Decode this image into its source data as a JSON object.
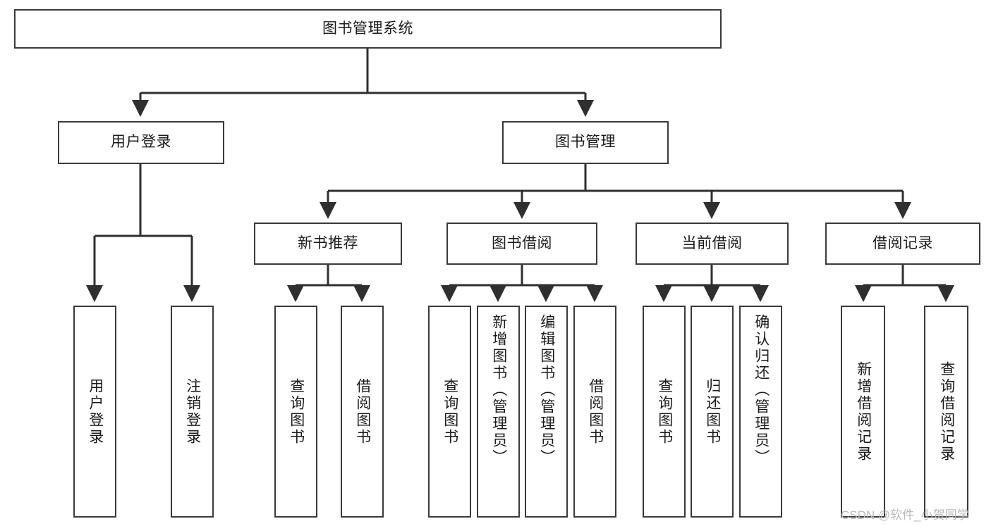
{
  "diagram": {
    "type": "tree-hierarchy",
    "title": "图书管理系统",
    "watermark": "CSDN @软件_小贺同学",
    "colors": {
      "background": "#ffffff",
      "box_fill": "#ffffff",
      "box_stroke": "#3a3a3a",
      "edge_stroke": "#2f2f2f",
      "text": "#1b1b1b",
      "watermark": "#b9b9b9"
    },
    "levels": {
      "level1": [
        {
          "id": "root",
          "label": "图书管理系统"
        }
      ],
      "level2": [
        {
          "id": "user-login",
          "label": "用户登录",
          "parent": "root"
        },
        {
          "id": "book-manage",
          "label": "图书管理",
          "parent": "root"
        }
      ],
      "level3": [
        {
          "id": "new-book-rec",
          "label": "新书推荐",
          "parent": "book-manage"
        },
        {
          "id": "book-borrow",
          "label": "图书借阅",
          "parent": "book-manage"
        },
        {
          "id": "current-borrow",
          "label": "当前借阅",
          "parent": "book-manage"
        },
        {
          "id": "borrow-record",
          "label": "借阅记录",
          "parent": "book-manage"
        }
      ],
      "leaves": [
        {
          "id": "leaf-user-login",
          "label": "用户登录",
          "parent": "user-login"
        },
        {
          "id": "leaf-user-logout",
          "label": "注销登录",
          "parent": "user-login"
        },
        {
          "id": "leaf-query-book-1",
          "label": "查询图书",
          "parent": "new-book-rec"
        },
        {
          "id": "leaf-borrow-book-1",
          "label": "借阅图书",
          "parent": "new-book-rec"
        },
        {
          "id": "leaf-query-book-2",
          "label": "查询图书",
          "parent": "book-borrow"
        },
        {
          "id": "leaf-add-book",
          "label": "新增图书（管理员）",
          "parent": "book-borrow"
        },
        {
          "id": "leaf-edit-book",
          "label": "编辑图书（管理员）",
          "parent": "book-borrow"
        },
        {
          "id": "leaf-borrow-book-2",
          "label": "借阅图书",
          "parent": "book-borrow"
        },
        {
          "id": "leaf-query-book-3",
          "label": "查询图书",
          "parent": "current-borrow"
        },
        {
          "id": "leaf-return-book",
          "label": "归还图书",
          "parent": "current-borrow"
        },
        {
          "id": "leaf-confirm-return",
          "label": "确认归还（管理员）",
          "parent": "current-borrow"
        },
        {
          "id": "leaf-add-record",
          "label": "新增借阅记录",
          "parent": "borrow-record"
        },
        {
          "id": "leaf-query-record",
          "label": "查询借阅记录",
          "parent": "borrow-record"
        }
      ]
    }
  }
}
